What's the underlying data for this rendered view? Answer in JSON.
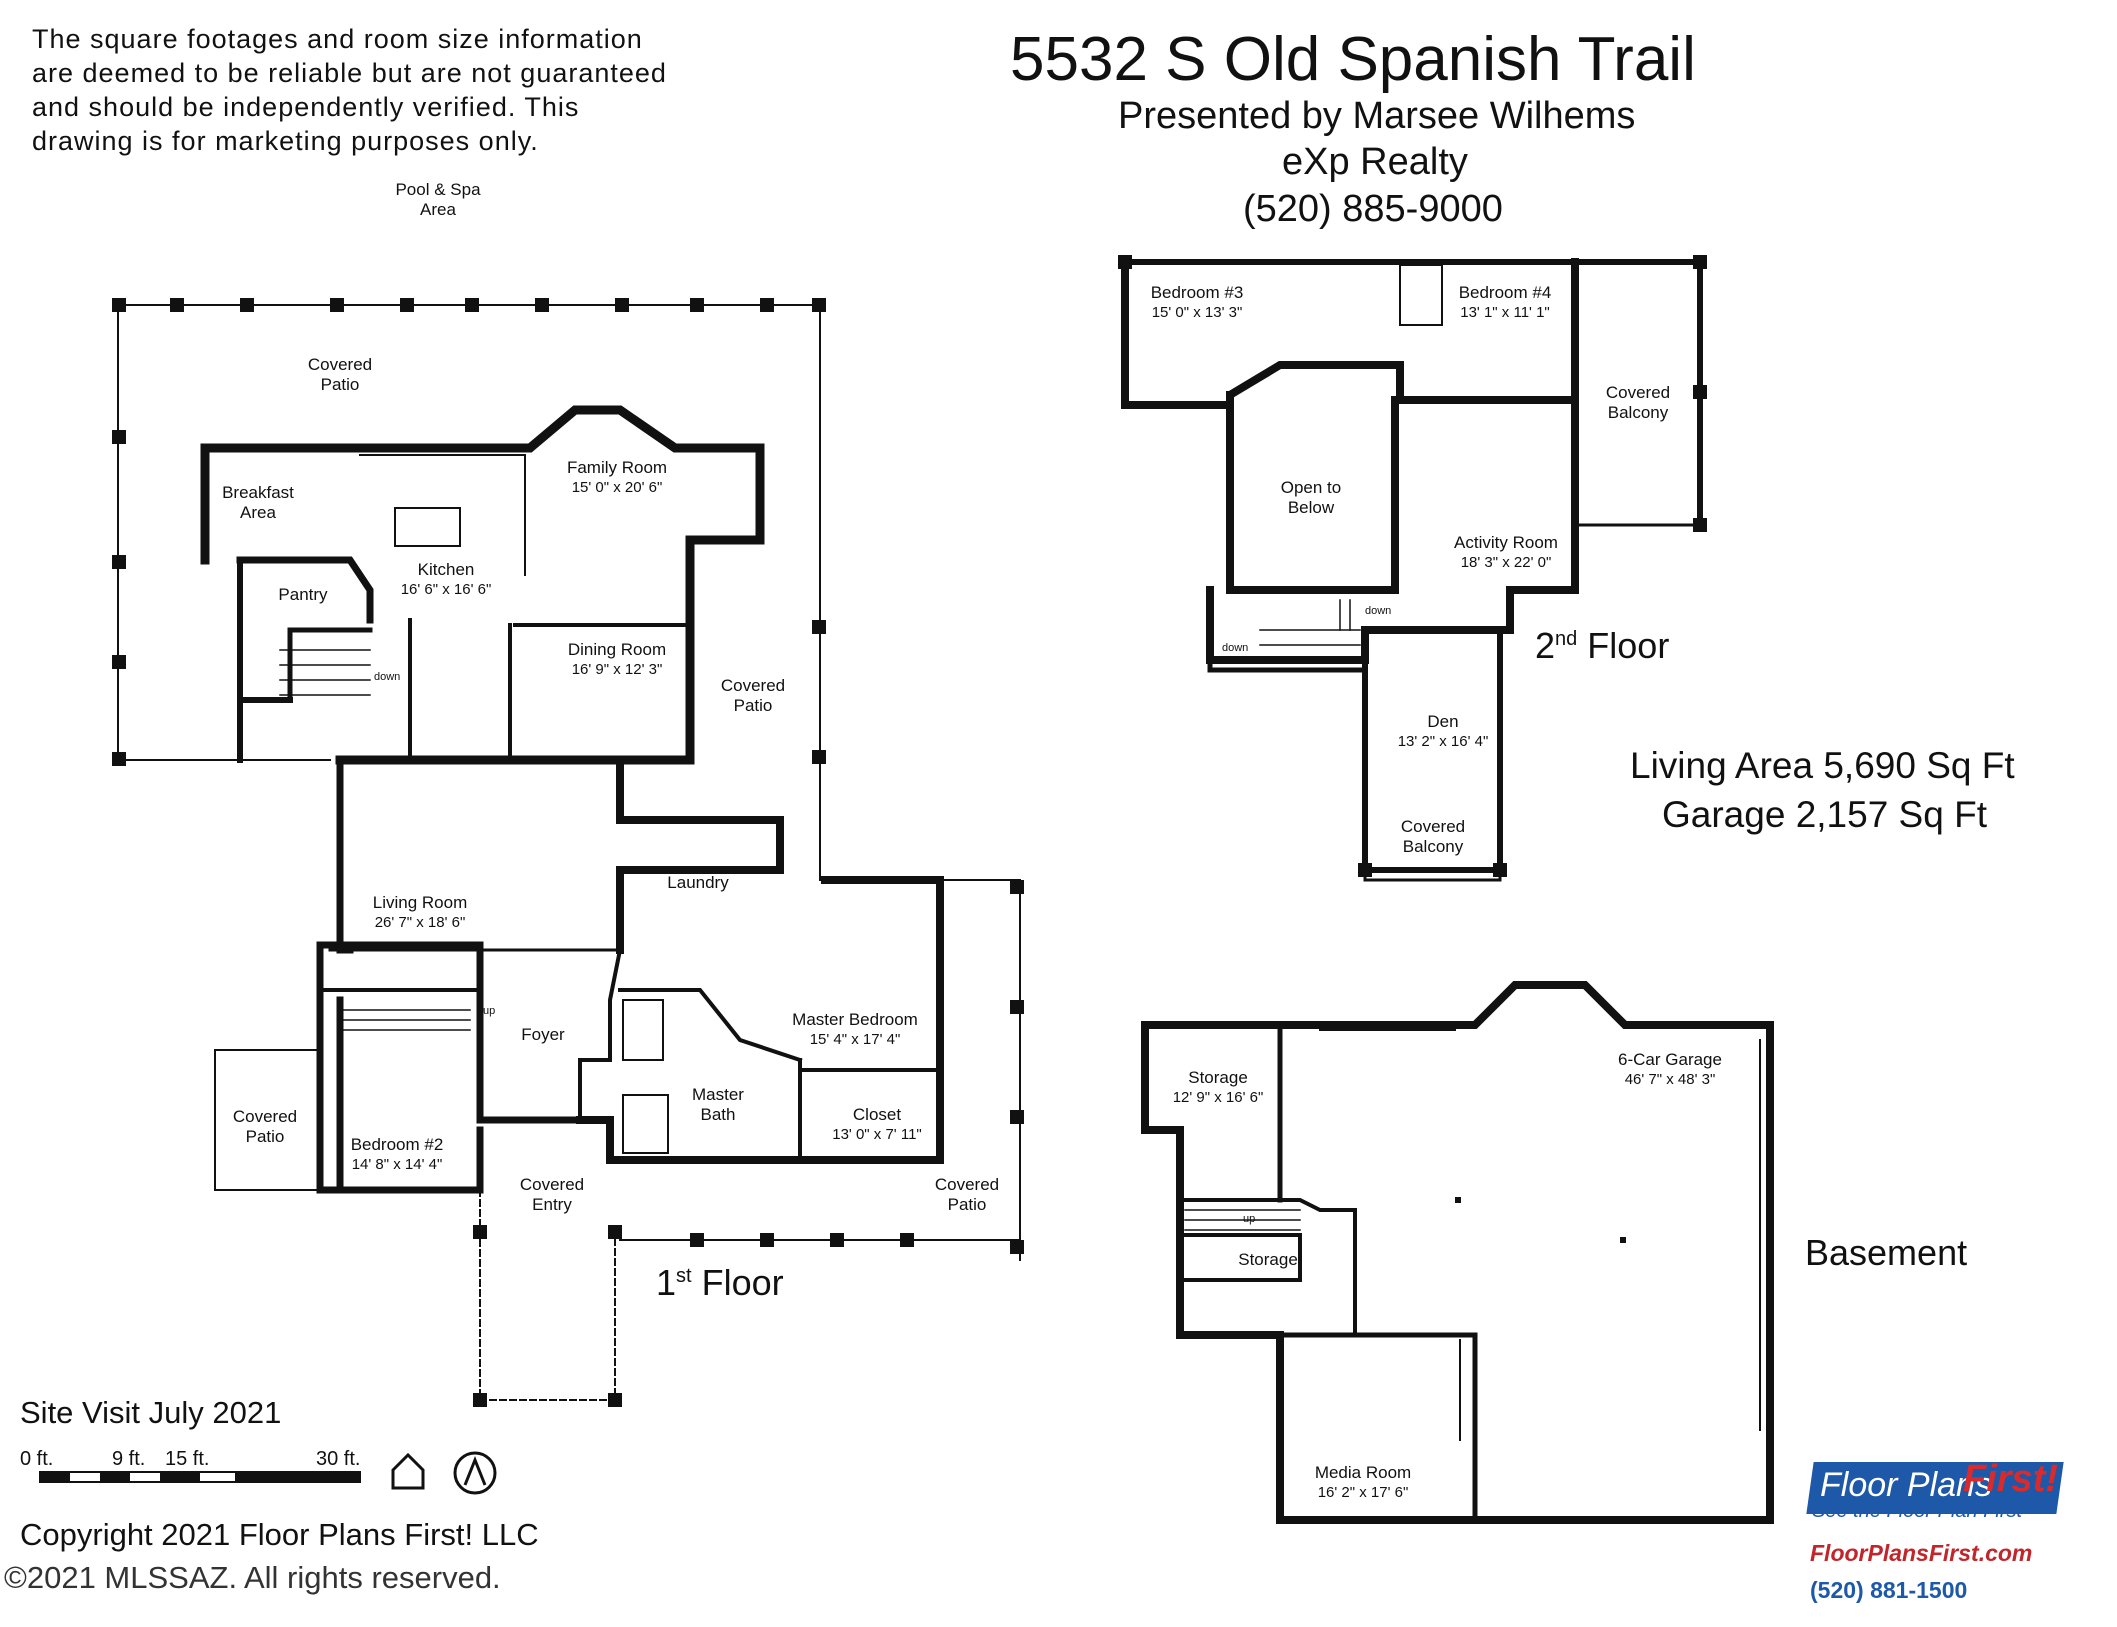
{
  "disclaimer": [
    "The square footages and room size information",
    "are deemed to be reliable but are not guaranteed",
    "and should be independently verified. This",
    "drawing is for marketing purposes only."
  ],
  "header": {
    "address": "5532 S Old Spanish Trail",
    "presenter": "Presented by Marsee Wilhems",
    "agency": "eXp Realty",
    "phone": "(520) 885-9000"
  },
  "areas": {
    "living": "Living Area 5,690 Sq Ft",
    "garage": "Garage 2,157 Sq Ft"
  },
  "floors": {
    "first": {
      "label": "1",
      "sup": "st",
      "word": "Floor"
    },
    "second": {
      "label": "2",
      "sup": "nd",
      "word": "Floor"
    },
    "basement": "Basement"
  },
  "rooms_first": [
    {
      "name": "Pool & Spa",
      "name2": "Area",
      "dim": ""
    },
    {
      "name": "Covered",
      "name2": "Patio",
      "dim": ""
    },
    {
      "name": "Breakfast",
      "name2": "Area",
      "dim": ""
    },
    {
      "name": "Family Room",
      "name2": "",
      "dim": "15' 0\" x 20' 6\""
    },
    {
      "name": "Pantry",
      "name2": "",
      "dim": ""
    },
    {
      "name": "Kitchen",
      "name2": "",
      "dim": "16' 6\" x 16' 6\""
    },
    {
      "name": "Dining Room",
      "name2": "",
      "dim": "16' 9\" x 12' 3\""
    },
    {
      "name": "Covered",
      "name2": "Patio",
      "dim": ""
    },
    {
      "name": "Laundry",
      "name2": "",
      "dim": ""
    },
    {
      "name": "Living Room",
      "name2": "",
      "dim": "26' 7\" x 18' 6\""
    },
    {
      "name": "Master Bedroom",
      "name2": "",
      "dim": "15' 4\" x 17' 4\""
    },
    {
      "name": "Foyer",
      "name2": "",
      "dim": ""
    },
    {
      "name": "Master",
      "name2": "Bath",
      "dim": ""
    },
    {
      "name": "Closet",
      "name2": "",
      "dim": "13' 0\" x 7' 11\""
    },
    {
      "name": "Covered",
      "name2": "Patio",
      "dim": ""
    },
    {
      "name": "Bedroom #2",
      "name2": "",
      "dim": "14' 8\" x 14' 4\""
    },
    {
      "name": "Covered",
      "name2": "Entry",
      "dim": ""
    },
    {
      "name": "Covered",
      "name2": "Patio",
      "dim": ""
    }
  ],
  "rooms_second": [
    {
      "name": "Bedroom #3",
      "name2": "",
      "dim": "15' 0\" x 13' 3\""
    },
    {
      "name": "Bedroom #4",
      "name2": "",
      "dim": "13' 1\" x 11' 1\""
    },
    {
      "name": "Covered",
      "name2": "Balcony",
      "dim": ""
    },
    {
      "name": "Open to",
      "name2": "Below",
      "dim": ""
    },
    {
      "name": "Activity Room",
      "name2": "",
      "dim": "18' 3\" x 22' 0\""
    },
    {
      "name": "Den",
      "name2": "",
      "dim": "13' 2\" x 16' 4\""
    },
    {
      "name": "Covered",
      "name2": "Balcony",
      "dim": ""
    }
  ],
  "rooms_basement": [
    {
      "name": "Storage",
      "name2": "",
      "dim": "12' 9\" x 16' 6\""
    },
    {
      "name": "6-Car Garage",
      "name2": "",
      "dim": "46' 7\" x 48' 3\""
    },
    {
      "name": "Storage",
      "name2": "",
      "dim": ""
    },
    {
      "name": "Media Room",
      "name2": "",
      "dim": "16' 2\" x 17' 6\""
    }
  ],
  "stairs": {
    "down": "down",
    "up": "up"
  },
  "footer": {
    "site_visit": "Site Visit July 2021",
    "scale": [
      "0 ft.",
      "9 ft.",
      "15 ft.",
      "30 ft."
    ],
    "copyright": "Copyright 2021 Floor Plans First! LLC",
    "mls": "©2021 MLSSAZ. All rights reserved."
  },
  "branding": {
    "logo_text": "Floor Plans",
    "logo_first": "First!",
    "tagline": "See the Floor Plan First",
    "url": "FloorPlansFirst.com",
    "phone": "(520) 881-1500",
    "blue": "#1e58a8",
    "red": "#c0262b"
  }
}
